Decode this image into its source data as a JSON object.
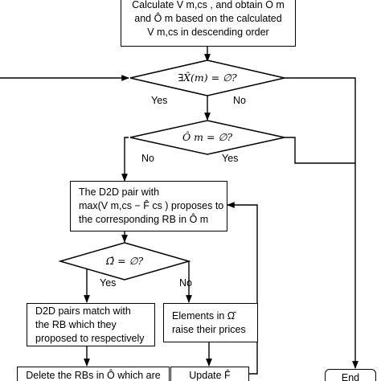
{
  "process_top": {
    "line1": "Calculate V m,cs , and obtain O m",
    "line2": "and Ô m based on the calculated",
    "line3": "V m,cs in descending order"
  },
  "decision_x": {
    "label": "∃X̂(m) = ∅?"
  },
  "decision_om": {
    "label": "Ô m = ∅?"
  },
  "process_propose": {
    "line1": "The D2D pair with",
    "line2": "max(V m,cs − F̂ cs ) proposes to",
    "line3": "the corresponding RB in Ô m"
  },
  "decision_omega": {
    "label": "Ω̂ = ∅?"
  },
  "process_match": {
    "line1": "D2D pairs match with",
    "line2": "the RB which they",
    "line3": "proposed to respectively"
  },
  "process_raise": {
    "line1": "Elements in Ω̂",
    "line2": "raise their prices"
  },
  "process_delete": {
    "line1": "Delete the RBs in Ô which are"
  },
  "process_update": {
    "line1": "Update F̂"
  },
  "terminal_end": {
    "label": "End"
  },
  "branches": {
    "x_yes": "Yes",
    "x_no": "No",
    "om_no": "No",
    "om_yes": "Yes",
    "omega_yes": "Yes",
    "omega_no": "No"
  }
}
